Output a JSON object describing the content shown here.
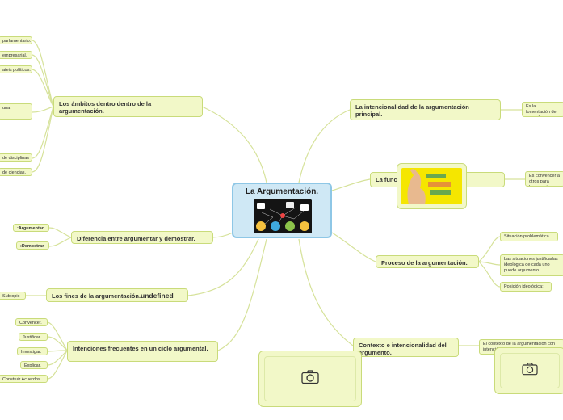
{
  "center": {
    "title": "La Argumentación."
  },
  "left": {
    "ambitos": {
      "label": "Los ámbitos dentro dentro de la argumentación.",
      "items": [
        "parlamentario.",
        "empresarial.",
        "ateis políticos.",
        "una",
        "de disciplinas",
        "de ciencias."
      ]
    },
    "diferencia": {
      "label": "Diferencia entre argumentar y demostrar.",
      "items": [
        ":Argumentar",
        ":Demostrar"
      ]
    },
    "fines": {
      "label": "Los fines de la argumentación.",
      "suffix": "undefined",
      "items": [
        "Subtopic"
      ]
    },
    "intenciones": {
      "label": "Intenciones frecuentes en un ciclo argumental.",
      "items": [
        "Convencer.",
        "Justificar.",
        "Investigar.",
        "Explicar.",
        "Construir Acuerdos."
      ]
    }
  },
  "right": {
    "intencionalidad": {
      "label": "La intencionalidad de la argumentación principal.",
      "items": [
        "Es la fomentación de acuerdos con criterio"
      ]
    },
    "funcion": {
      "label": "La función de los argumentos:",
      "items": [
        "Es convencer a otros para lograr estos"
      ]
    },
    "proceso": {
      "label": "Proceso de la argumentación.",
      "items": [
        "Situación problemática.",
        "Las situaciones justificadas ideológica de cada uno puede argumento.",
        "Posición ideológica:"
      ]
    },
    "contexto": {
      "label": "Contexto e intencionalidad del argumento.",
      "items": [
        "El contexto de la argumentación con intención"
      ]
    }
  },
  "icons": [
    "camera-icon",
    "camera-icon"
  ],
  "colors": {
    "node_fill": "#f2f8c8",
    "node_border": "#c9db7a",
    "center_fill": "#cfe8f5",
    "center_border": "#8ec7e6",
    "link": "#d6e29a"
  }
}
